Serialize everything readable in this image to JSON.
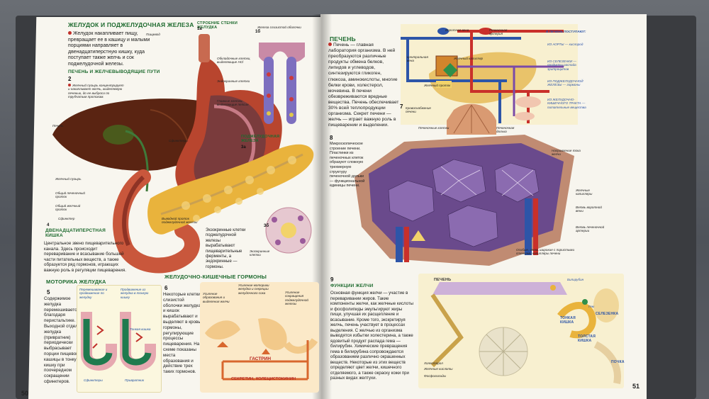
{
  "left_page": {
    "title": "ЖЕЛУДОК И ПОДЖЕЛУДОЧНАЯ ЖЕЛЕЗА",
    "intro": "Желудок накапливает пищу, превращает ее в кашицу и малыми порциями направляет в двенадцатиперстную кишку, куда поступает также желчь и сок поджелудочной железы.",
    "sub_liver": "ПЕЧЕНЬ И ЖЕЛЧЕВЫВОДЯЩИЕ ПУТИ",
    "fig_2": "2",
    "gallbladder_note": "Желчный пузырь концентрирует и накапливает желчь, выделяемую печенью, до ее выброса по трубчатым протокам.",
    "sub_wall": "СТРОЕНИЕ СТЕНКИ ЖЕЛУДКА",
    "fig_1a": "1а",
    "fig_1b": "1б",
    "mucosa_title": "Железа слизистой оболочки",
    "sub_pancreas": "ПОДЖЕЛУДОЧНАЯ ЖЕЛЕЗА",
    "fig_3a": "3а",
    "fig_3b": "3б",
    "duodenum_title": "ДВЕНАДЦАТИПЕРСТНАЯ КИШКА",
    "fig_4": "4",
    "duodenum_text": "Центральное звено пищеварительного канала. Здесь происходит переваривание и всасывание большей части питательных веществ, а также образуется ряд гормонов, играющих важную роль в регуляции пищеварения.",
    "exocrine_text": "Экзокринные клетки поджелудочной железы вырабатывают пищеварительные ферменты, а эндокринные — гормоны.",
    "sub_motility": "МОТОРИКА ЖЕЛУДКА",
    "fig_5": "5",
    "motility_text": "Содержимое желудка перемешивается благодаря перистальтике. Выходной отдел желудка (привратник) периодически выбрасывает порции пищевой кашицы в тонкую кишку при поочередном сокращении сфинктеров.",
    "motility_lbl_1": "Перемешивание и продвижение по желудку",
    "motility_lbl_2": "Продвижение из желудка в тонкую кишку",
    "motility_lbl_3": "Сфинктеры",
    "motility_lbl_4": "Привратник",
    "motility_lbl_5": "Тонкая кишка",
    "sub_hormones": "ЖЕЛУДОЧНО-КИШЕЧНЫЕ ГОРМОНЫ",
    "fig_6": "6",
    "hormones_text": "Некоторые клетки слизистой оболочки желудка и кишок вырабатывают и выделяют в кровь гормоны, регулирующие процессы пищеварения. На схеме показаны места образования и действие трех таких гормонов.",
    "hormone_gastrin": "ГАСТРИН",
    "hormone_cck": "СЕКРЕТИН, ХОЛЕЦИСТОКИНИН",
    "hormone_note_1": "Усиление моторики желудка и секреции желудочного сока",
    "hormone_note_2": "Усиление сокращения поджелудочной железы",
    "hormone_note_3": "Усиление образования и выделения желчи",
    "page_number": "50",
    "labels": {
      "pechen": "Печень",
      "zhelch_puzyr": "Желчный пузырь",
      "obsh_zhelch": "Общий желчный проток",
      "obsh_pech": "Общий печеночный проток",
      "sfinkter": "Сфинктер",
      "podzhel_protok": "Выводной проток поджелудочной железы",
      "pishevod": "Пищевод",
      "sfinktery": "Сфинктеры",
      "obkladochnye": "Обкладочные клетки, выделяющие HCl",
      "endokrinnye": "Эндокринные клетки",
      "glavnye": "Главные клетки, выделяющие пепсин",
      "ekzokrinnye": "Экзокринные клетки"
    }
  },
  "right_page": {
    "title": "ПЕЧЕНЬ",
    "intro": "Печень — главная лаборатория организма. В ней преобразуются различные продукты обмена белков, липидов и углеводов, синтезируются гликоген, глюкоза, аминокислоты, многие белки крови, холестерол, мочевина. В печени обезвреживаются вредные вещества. Печень обеспечивает 30% всей теплопродукции организма. Секрет печени — желчь — играет важную роль в пищеварении и выделении.",
    "fig_7": "7",
    "fig_7_label": "Кровоснабжение печени",
    "fig_8": "8",
    "fig_8_text": "Микроскопическое строение печени. Пластинки из печеночных клеток образуют сложную трехмерную структуру печеночной дольки — функциональной единицы печени.",
    "sub_bile": "ФУНКЦИИ ЖЕЛЧИ",
    "fig_9": "9",
    "bile_text": "Основная функция желчи — участие в переваривании жиров. Такие компоненты желчи, как желчные кислоты и фосфолипиды эмульгируют жиры пищи, улучшая их расщепление и всасывание. Кроме того, экскретируя желчь, печень участвует в процессах выделения. С желчью из организма выводятся избытки холестерина, а также ядовитый продукт распада гема — билирубин. Химические превращения гема в билирубина сопровождаются образованием различно окрашенных веществ. Некоторые из этих веществ определяют цвет желчи, кишечного отделяемого, а также окраску кожи при разных видах желтухи.",
    "bile_lbl_liver": "ПЕЧЕНЬ",
    "bile_lbl_small": "ТОНКАЯ КИШКА",
    "bile_lbl_large": "ТОЛСТАЯ КИШКА",
    "bile_lbl_spleen": "СЕЛЕЗЕНКА",
    "bile_lbl_bilirubin": "Билирубин",
    "bile_lbl_heme": "Гем",
    "bile_lbl_cholesterol": "Холестерол",
    "bile_lbl_acids": "Желчные кислоты",
    "bile_lbl_phospho": "Фосфолипиды",
    "bile_lbl_kidney": "ПОЧКА",
    "page_number": "51",
    "labels": {
      "vorotnaya": "Воротная вена",
      "pech_arteriya": "Печеночная артерия",
      "zhelch_kapillyar": "Желчный капилляр",
      "central_vena": "Центральная вена",
      "zhelch_protok": "Желчный проток",
      "in_liver": "В ПЕЧЕНЬ ПОСТУПАЮТ:",
      "from_aorta": "ИЗ АОРТЫ — кислород",
      "from_spleen": "ИЗ СЕЛЕЗЕНКИ — продукты распада эритроцитов",
      "from_pancreas": "ИЗ ПОДЖЕЛУДОЧНОЙ ЖЕЛЕЗЫ — гормоны",
      "from_gut": "ИЗ ЖЕЛУДОЧНО-КИШЕЧНОГО ТРАКТА — питательные вещества",
      "dolka": "Печеночная долька",
      "pech_kletki": "Печеночные клетки",
      "zhelch_kapill_2": "Желчные капилляры",
      "direction": "Направление тока желчи",
      "vetv_arterii": "Ветвь печеночной артерии",
      "vetv_vorot": "Ветвь воротной вены",
      "kupfer": "Особые, очень широкие с пористыми стенками капилляры печени"
    }
  },
  "colors": {
    "heading_green": "#1d6a2e",
    "bullet_red": "#c0302a",
    "stomach_red": "#b8452e",
    "pancreas_yellow": "#e9b33c",
    "liver_brown": "#5a2412",
    "vessel_blue": "#2d55a8",
    "lobule_purple": "#6a4a8c",
    "panel_cream": "#fbf7df"
  }
}
